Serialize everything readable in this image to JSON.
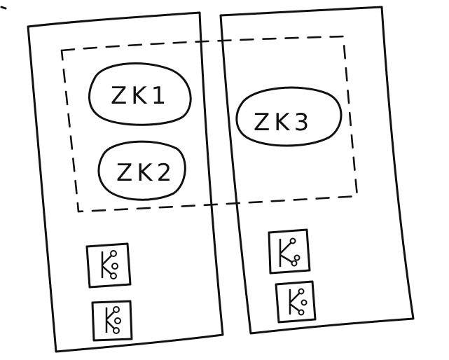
{
  "diagram": {
    "nodes": [
      {
        "label": "ZK1"
      },
      {
        "label": "ZK2"
      },
      {
        "label": "ZK3"
      }
    ],
    "icons": [
      {
        "name": "kafka-icon"
      },
      {
        "name": "kafka-icon"
      },
      {
        "name": "kafka-icon"
      },
      {
        "name": "kafka-icon"
      }
    ],
    "colors": {
      "ink": "#111111",
      "background": "#ffffff"
    }
  }
}
